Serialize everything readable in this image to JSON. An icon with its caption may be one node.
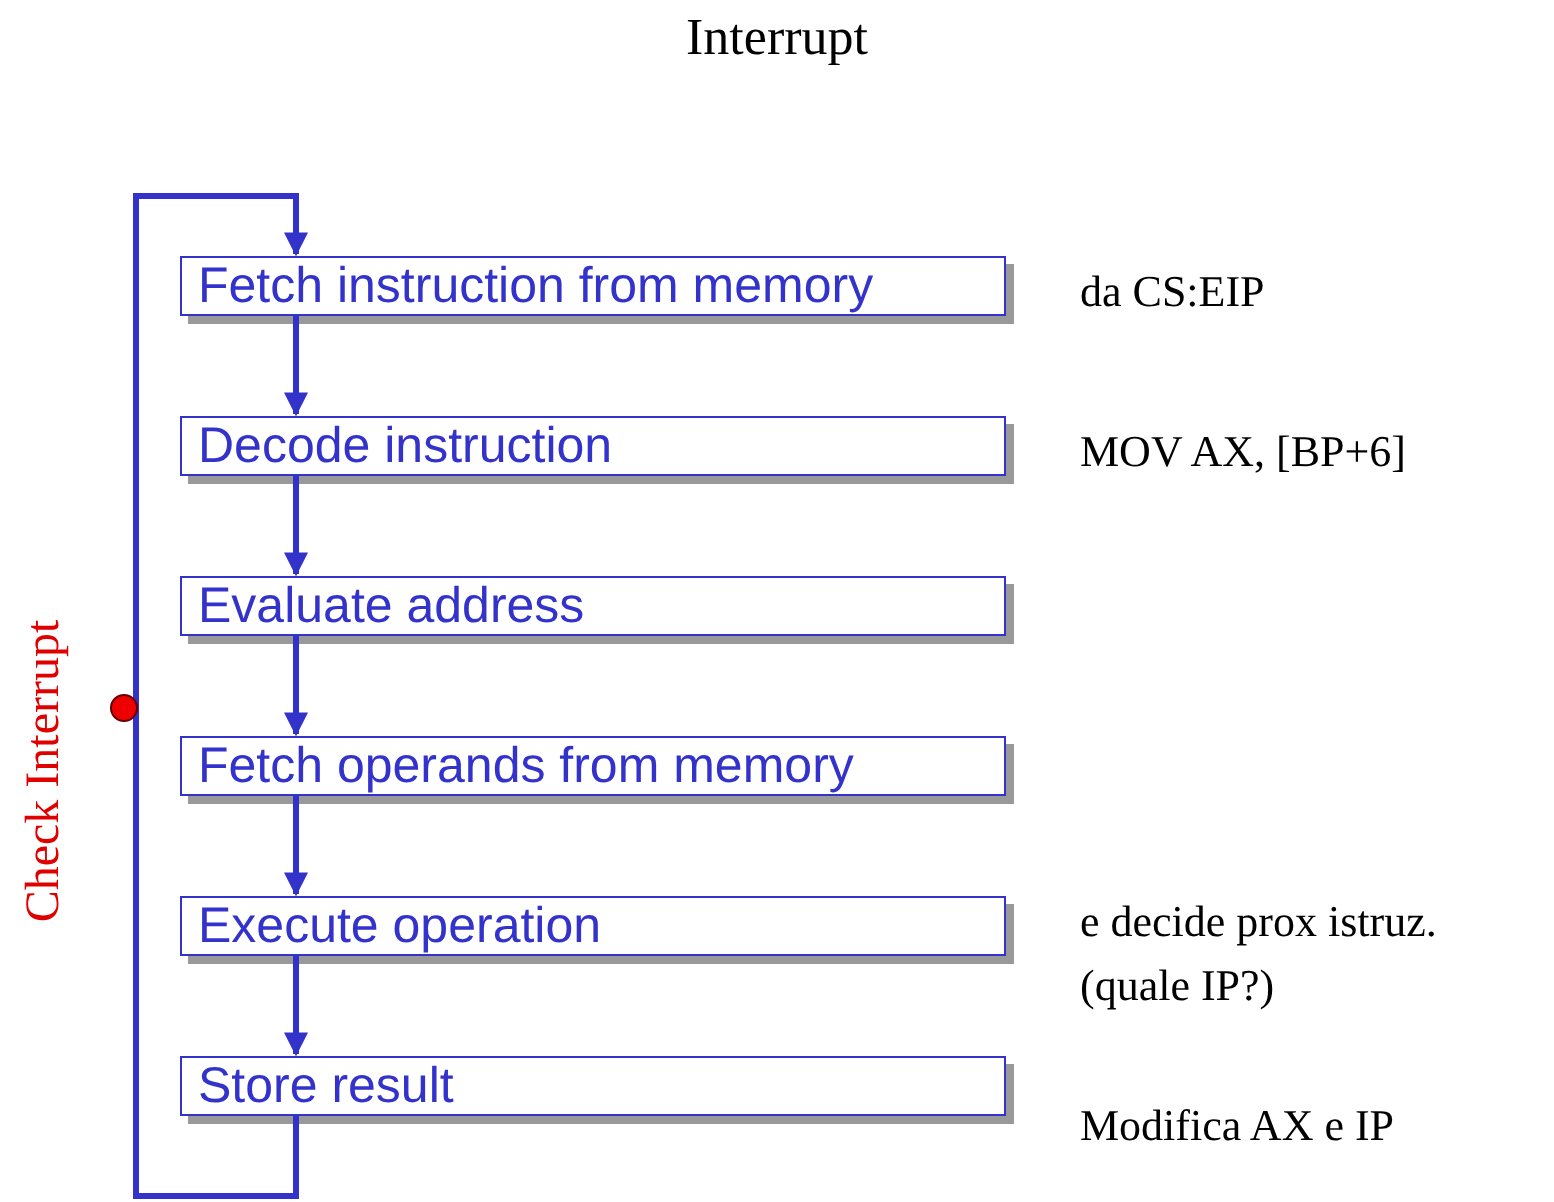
{
  "diagram": {
    "title": "Interrupt",
    "nodes": [
      {
        "text": [
          "Fetch instruction from memory"
        ],
        "beside": [
          "da CS:EIP"
        ]
      },
      {
        "text": [
          "Decode instruction"
        ],
        "beside": [
          "MOV AX, [BP+6]"
        ]
      },
      {
        "text": [
          "Evaluate address"
        ]
      },
      {
        "text": [
          "Fetch operands from memory"
        ]
      },
      {
        "text": [
          "Execute operation"
        ],
        "beside": [
          "e decide prox istruz. (quale IP?)"
        ]
      },
      {
        "text": [
          "Store result"
        ],
        "beside": [
          "Modifica AX e IP"
        ]
      }
    ],
    "edges": [
      {
        "from": 0,
        "to": 1,
        "arrow": "to"
      },
      {
        "from": 1,
        "to": 2,
        "arrow": "to"
      },
      {
        "from": 2,
        "to": 3,
        "arrow": "to"
      },
      {
        "from": 3,
        "to": 4,
        "arrow": "to"
      },
      {
        "from": 4,
        "to": 5,
        "arrow": "to"
      },
      {
        "from": 5,
        "to": 0,
        "arrow": "to"
      }
    ],
    "labels": [
      "Check Interrupt"
    ]
  }
}
